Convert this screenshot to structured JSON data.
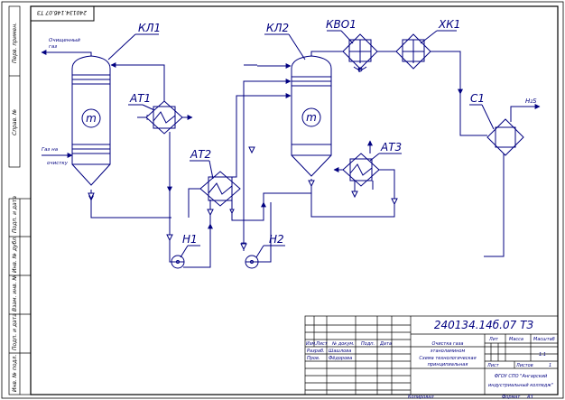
{
  "colors": {
    "lines": "#000080",
    "frame": "#000000",
    "background": "#ffffff"
  },
  "stamp": {
    "code": "240134.14б.07 ТЗ"
  },
  "equipment": {
    "kl1": "КЛ1",
    "kl2": "КЛ2",
    "at1": "АТ1",
    "at2": "АТ2",
    "at3": "АТ3",
    "kvo1": "КВО1",
    "hk1": "ХК1",
    "c1": "С1",
    "n1": "Н1",
    "n2": "Н2"
  },
  "column_symbol": "m",
  "streams": {
    "cleaned_gas_line1": "Очищенный",
    "cleaned_gas_line2": "газ",
    "gas_line1": "Газ на",
    "gas_line2": "очистку",
    "h2s": "H₂S"
  },
  "left_strip": [
    "Перв. примен.",
    "Справ. №",
    "Подп. и дата",
    "Инв. № дубл.",
    "Взам. инв. №",
    "Подп. и дата",
    "Инв. № подл."
  ],
  "title_block": {
    "doc_code": "240134.14б.07  ТЗ",
    "title_line1": "Очистка газа",
    "title_line2": "этаноламином",
    "title_line3": "Схема технологическая",
    "title_line4": "принципиальная",
    "hdr_izm": "Изм.",
    "hdr_list": "Лист",
    "hdr_doc": "№ докум.",
    "hdr_sign": "Подп.",
    "hdr_date": "Дата",
    "role1": "Разраб.",
    "name1": "Шашлова",
    "role2": "Пров.",
    "name2": "Фёдорова",
    "lit_label": "Лит",
    "mass_label": "Масса",
    "scale_label": "Масштаб",
    "scale_value": "1:1",
    "sheet_label": "Лист",
    "sheets_label": "Листов",
    "sheets_value": "1",
    "org_line1": "ФГОУ СПО \"Ангарский",
    "org_line2": "индустриальный колледж\"",
    "copied": "Копировал",
    "format_label": "Формат",
    "format_value": "А3"
  }
}
